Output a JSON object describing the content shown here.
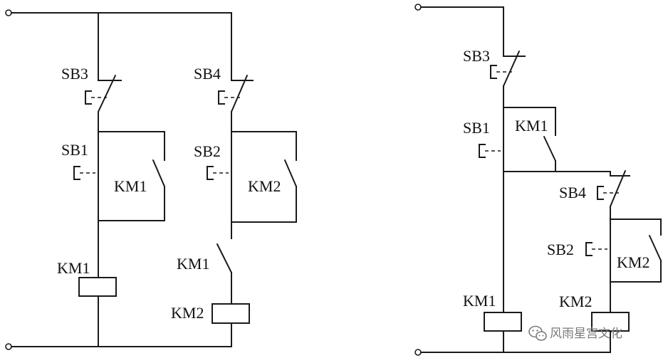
{
  "diagrams": [
    {
      "labels": {
        "sb3": "SB3",
        "sb4": "SB4",
        "sb1": "SB1",
        "sb2": "SB2",
        "km1_contact": "KM1",
        "km2_contact": "KM2",
        "km1_coil": "KM1",
        "km1_interlock": "KM1",
        "km2_coil": "KM2"
      }
    },
    {
      "labels": {
        "sb3": "SB3",
        "sb1": "SB1",
        "km1_contact": "KM1",
        "sb4": "SB4",
        "sb2": "SB2",
        "km2_contact": "KM2",
        "km1_coil": "KM1",
        "km2_coil": "KM2"
      }
    }
  ],
  "watermark": {
    "icon": "wechat-icon",
    "text": "风雨星宫文化"
  },
  "colors": {
    "line": "#1a1a1a",
    "watermark": "#7a7a7a"
  }
}
